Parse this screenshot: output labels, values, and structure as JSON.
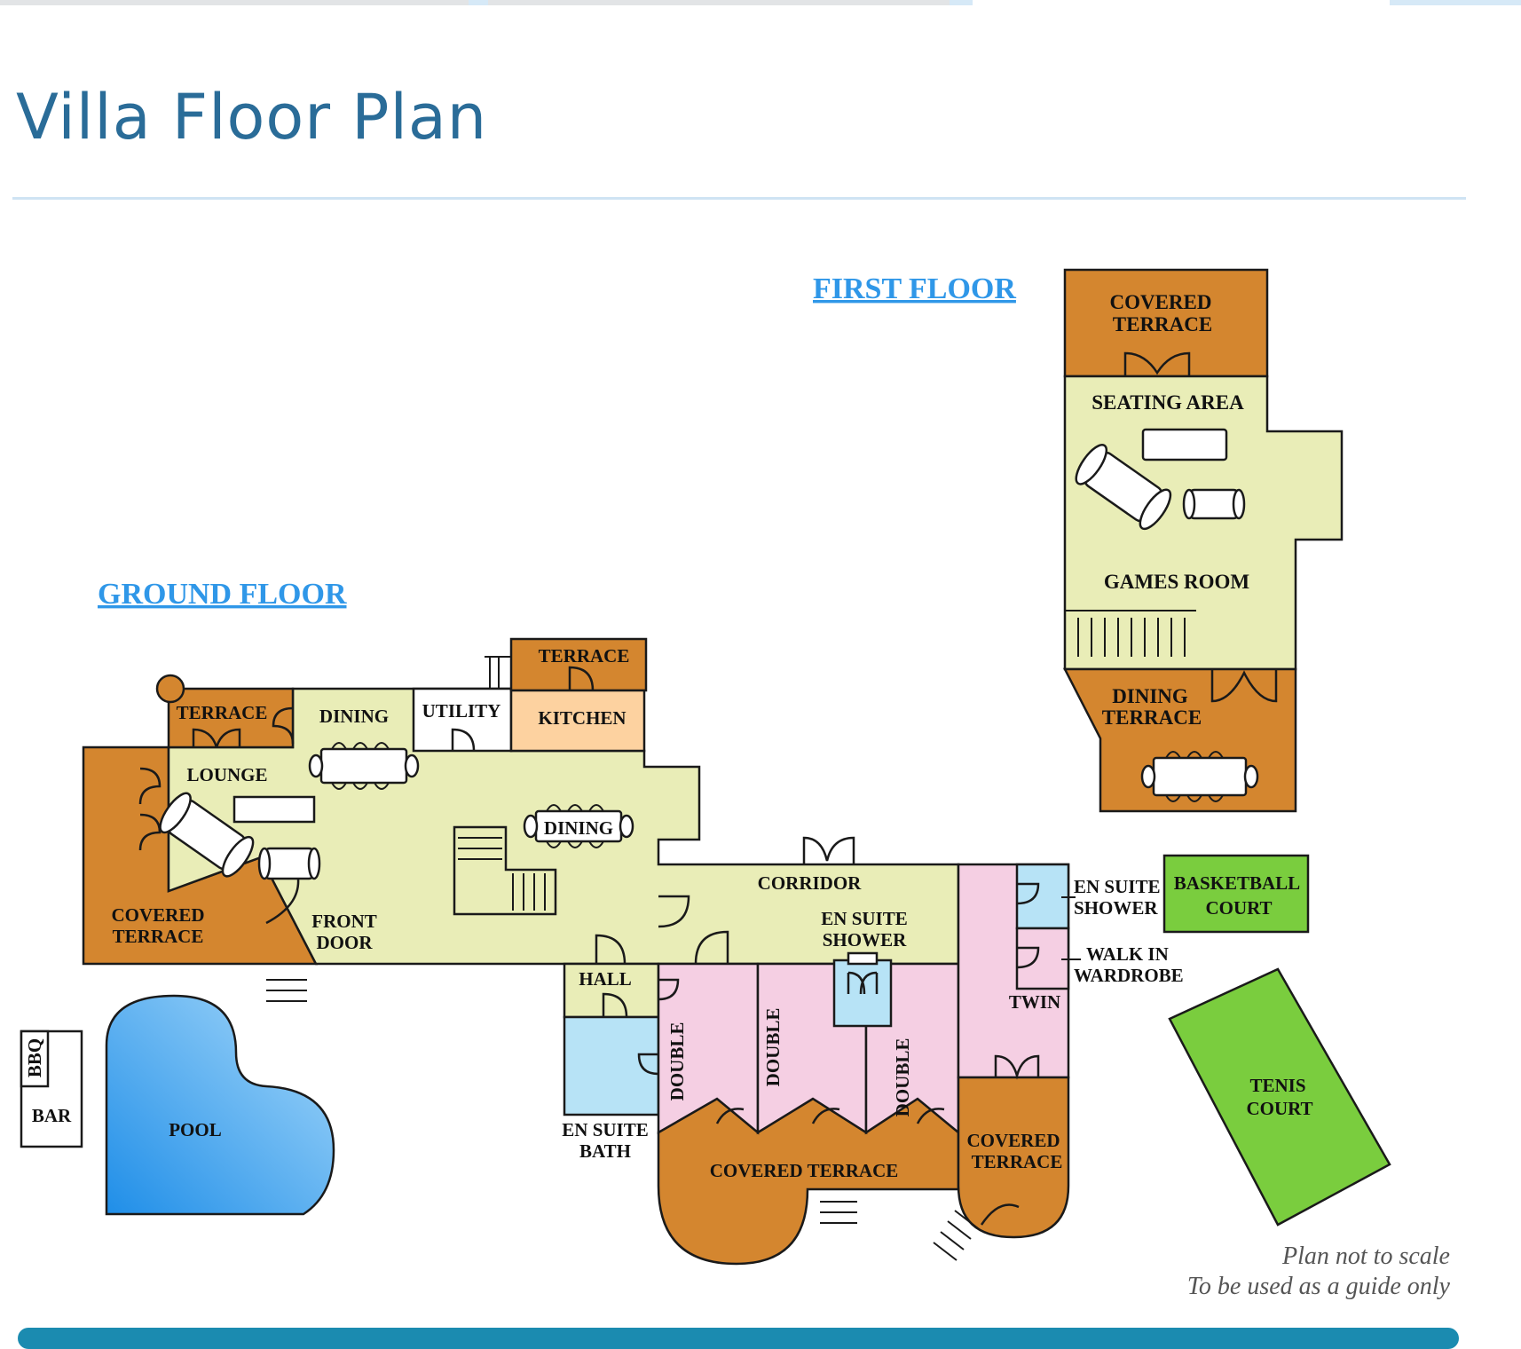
{
  "page": {
    "title": "Villa Floor Plan"
  },
  "colors": {
    "title": "#2a6c98",
    "accent_bar": "#1b8bb0",
    "rule": "#cfe3f3",
    "floor_link": "#2f97e8",
    "terrace": "#d4862f",
    "living": "#e9edb7",
    "bedroom": "#f5cfe3",
    "bathroom": "#b7e3f6",
    "kitchen": "#fdd2a0",
    "court": "#7acd3e",
    "pool": "#3a9ae8"
  },
  "plan": {
    "ground_floor_label": "GROUND FLOOR",
    "first_floor_label": "FIRST FLOOR",
    "first_floor": {
      "covered_terrace_top": [
        "COVERED",
        "TERRACE"
      ],
      "seating_area": "SEATING AREA",
      "games_room": "GAMES ROOM",
      "dining_terrace": [
        "DINING",
        "TERRACE"
      ]
    },
    "ground_floor": {
      "terrace_left": "TERRACE",
      "dining_top": "DINING",
      "utility": "UTILITY",
      "terrace_top": "TERRACE",
      "kitchen": "KITCHEN",
      "lounge": "LOUNGE",
      "dining_center": "DINING",
      "covered_terrace_left": [
        "COVERED",
        "TERRACE"
      ],
      "front_door": [
        "FRONT",
        "DOOR"
      ],
      "corridor": "CORRIDOR",
      "en_suite_shower_mid": [
        "EN SUITE",
        "SHOWER"
      ],
      "en_suite_shower_right": [
        "EN SUITE",
        "SHOWER"
      ],
      "walk_in_wardrobe": [
        "WALK IN",
        "WARDROBE"
      ],
      "basketball_court": [
        "BASKETBALL",
        "COURT"
      ],
      "hall": "HALL",
      "twin": "TWIN",
      "double_1": "DOUBLE",
      "double_2": "DOUBLE",
      "double_3": "DOUBLE",
      "bbq": "BBQ",
      "bar": "BAR",
      "pool": "POOL",
      "en_suite_bath": [
        "EN SUITE",
        "BATH"
      ],
      "covered_terrace_bottom": "COVERED TERRACE",
      "covered_terrace_right": [
        "COVERED",
        "TERRACE"
      ],
      "tennis_court": [
        "TENIS",
        "COURT"
      ]
    },
    "note": [
      "Plan not to scale",
      "To be used as a guide only"
    ]
  }
}
